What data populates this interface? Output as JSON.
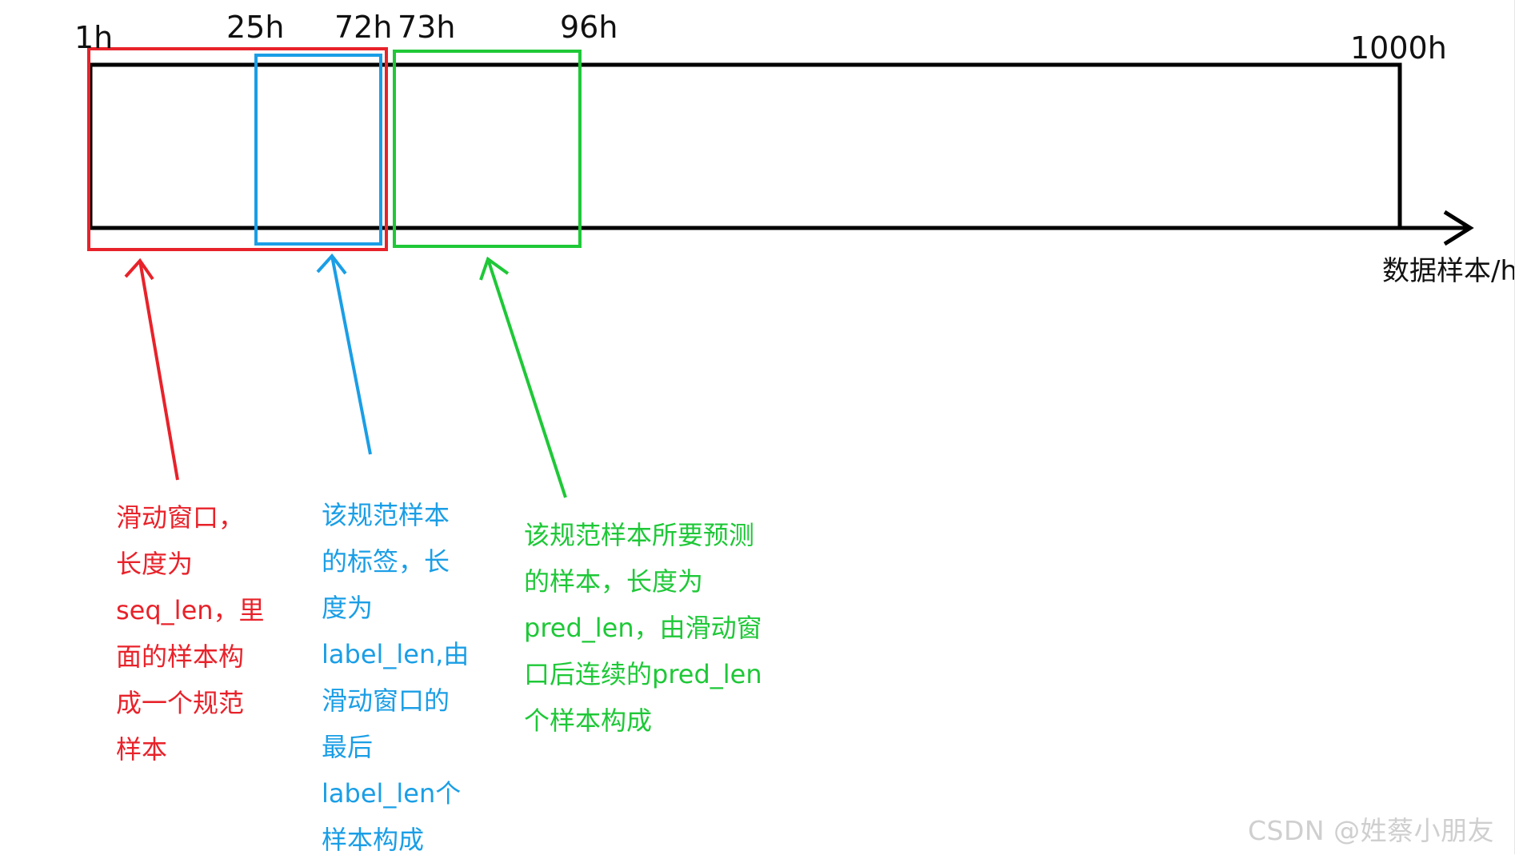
{
  "axis": {
    "ticks": [
      "1h",
      "25h",
      "72h",
      "73h",
      "96h",
      "1000h"
    ],
    "unit_label": "数据样本/h"
  },
  "colors": {
    "outline": "#000000",
    "red": "#e8222a",
    "blue": "#1a9ee6",
    "green": "#1ec837",
    "watermark": "#cfcfcf"
  },
  "boxes": [
    {
      "name": "sliding-window-box",
      "color": "red"
    },
    {
      "name": "label-window-box",
      "color": "blue"
    },
    {
      "name": "prediction-window-box",
      "color": "green"
    }
  ],
  "notes": {
    "red": "滑动窗口，\n长度为\nseq_len，里\n面的样本构\n成一个规范\n样本",
    "blue": "该规范样本\n的标签，长\n度为\nlabel_len,由\n滑动窗口的\n最后\nlabel_len个\n样本构成",
    "green": "该规范样本所要预测\n的样本，长度为\npred_len，由滑动窗\n口后连续的pred_len\n个样本构成"
  },
  "watermark": "CSDN @姓蔡小朋友"
}
